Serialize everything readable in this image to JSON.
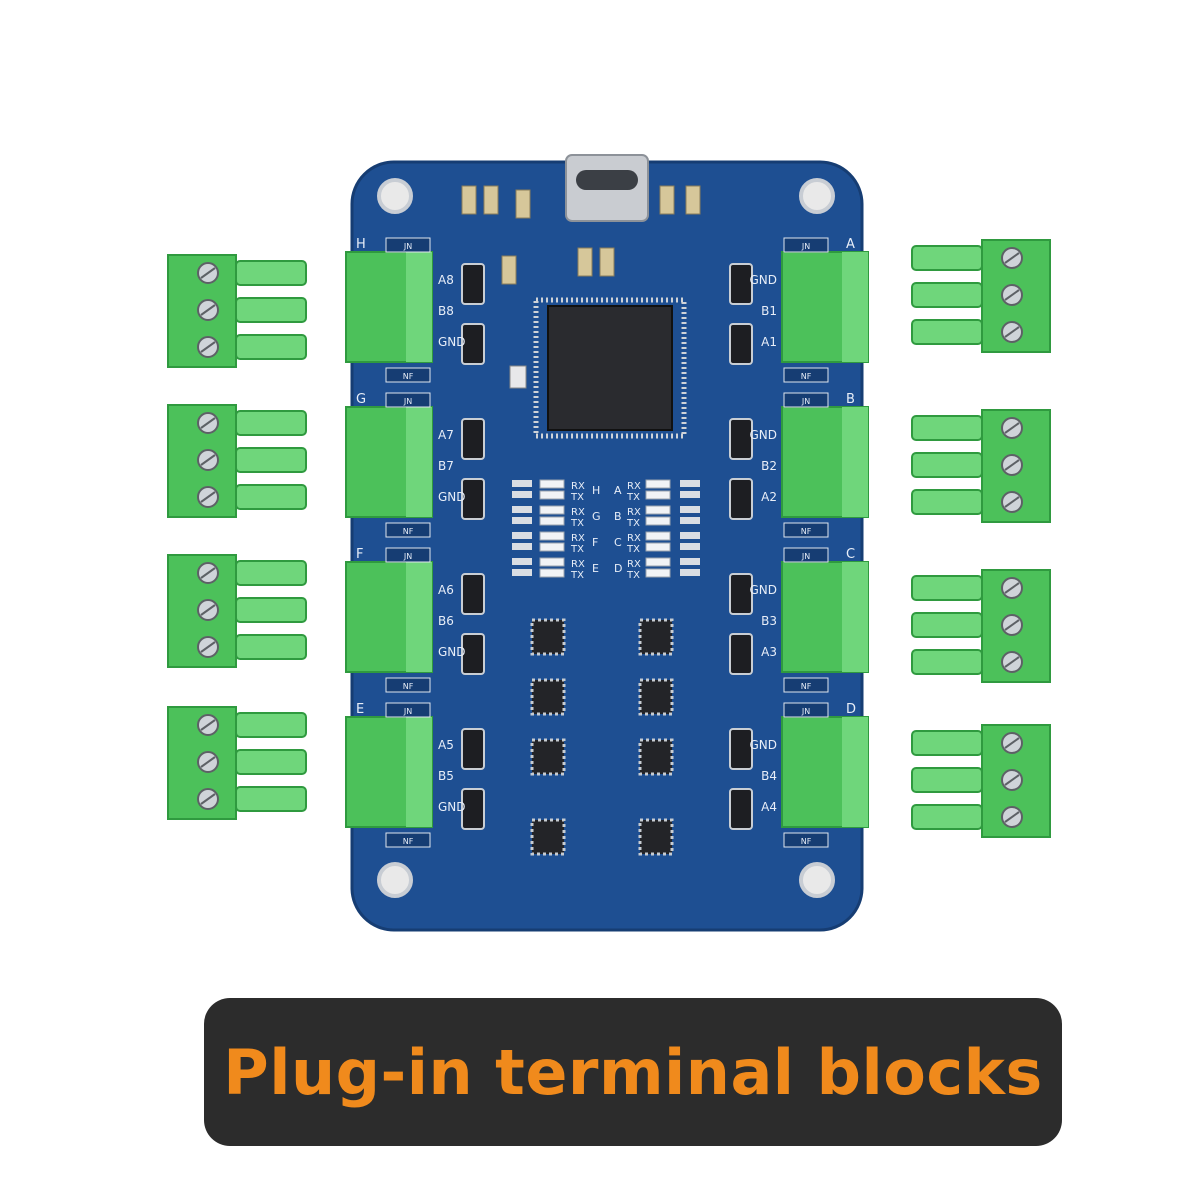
{
  "caption": {
    "text": "Plug-in terminal blocks"
  },
  "board": {
    "left_port_letters": [
      "H",
      "G",
      "F",
      "E"
    ],
    "right_port_letters": [
      "A",
      "B",
      "C",
      "D"
    ],
    "left_port_pins": [
      [
        "A8",
        "B8",
        "GND"
      ],
      [
        "A7",
        "B7",
        "GND"
      ],
      [
        "A6",
        "B6",
        "GND"
      ],
      [
        "A5",
        "B5",
        "GND"
      ]
    ],
    "right_port_pins": [
      [
        "GND",
        "B1",
        "A1"
      ],
      [
        "GND",
        "B2",
        "A2"
      ],
      [
        "GND",
        "B3",
        "A3"
      ],
      [
        "GND",
        "B4",
        "A4"
      ]
    ],
    "led_label_rx": "RX",
    "led_label_tx": "TX",
    "led_left_channels": [
      "H",
      "G",
      "F",
      "E"
    ],
    "led_right_channels": [
      "A",
      "B",
      "C",
      "D"
    ],
    "jumper_labels": [
      "JN",
      "NF"
    ]
  },
  "colors": {
    "pcb": "#1e4f92",
    "terminal_green": "#4cc15a",
    "caption_bg": "#2c2c2c",
    "caption_text": "#f08a1c"
  }
}
